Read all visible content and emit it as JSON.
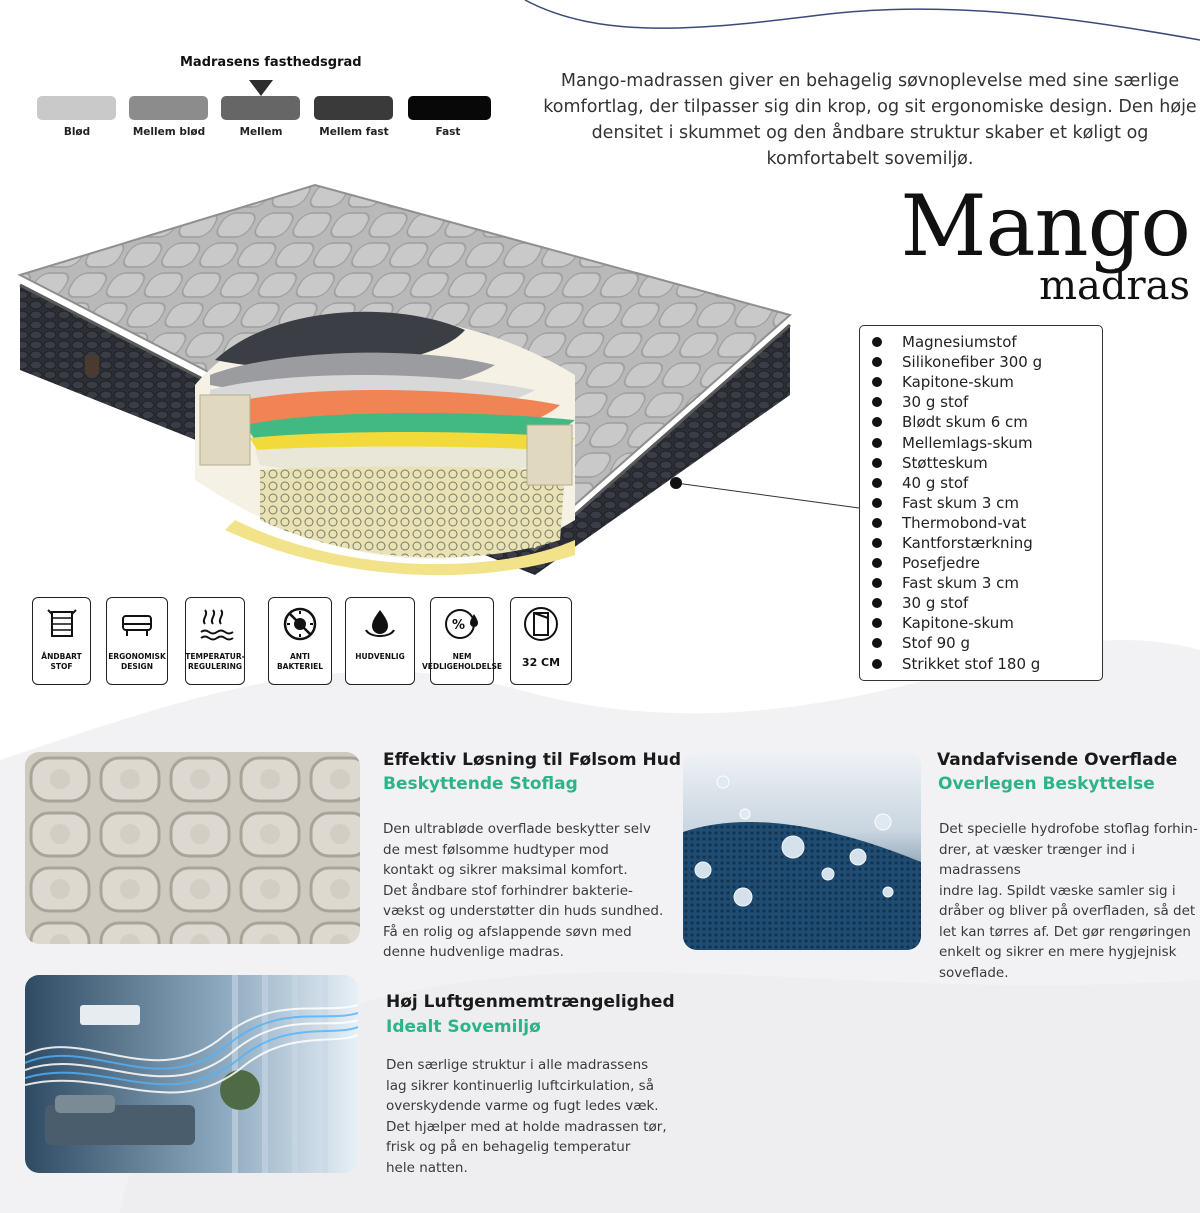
{
  "firmness": {
    "title": "Madrasens fasthedsgrad",
    "levels": [
      {
        "label": "Blød",
        "color": "#c9c9c9"
      },
      {
        "label": "Mellem blød",
        "color": "#8c8c8c"
      },
      {
        "label": "Mellem",
        "color": "#666666"
      },
      {
        "label": "Mellem fast",
        "color": "#3a3a3a"
      },
      {
        "label": "Fast",
        "color": "#080808"
      }
    ],
    "selected": "Mellem"
  },
  "intro": "Mango-madrassen giver en behagelig søvnoplevelse med sine særlige komfortlag, der tilpasser sig din krop, og sit ergonomiske design. Den høje densitet i skummet og den åndbare struktur skaber et køligt og komfortabelt sovemiljø.",
  "brand": {
    "name": "Mango",
    "sub": "madras"
  },
  "layers": [
    "Magnesiumstof",
    "Silikonefiber 300 g",
    "Kapitone-skum",
    "30 g stof",
    "Blødt skum 6 cm",
    "Mellemlags-skum",
    "Støtteskum",
    "40 g stof",
    "Fast skum 3 cm",
    "Thermobond-vat",
    "Kantforstærkning",
    "Posefjedre",
    "Fast skum 3 cm",
    "30 g stof",
    "Kapitone-skum",
    "Stof 90 g",
    "Strikket stof 180 g"
  ],
  "features": [
    {
      "label": "ÅNDBART\nSTOF",
      "icon": "breathable-fabric-icon"
    },
    {
      "label": "ERGONOMISK\nDESIGN",
      "icon": "ergonomic-bed-icon"
    },
    {
      "label": "TEMPERATUR-\nREGULERING",
      "icon": "heat-waves-icon"
    },
    {
      "label": "ANTI\nBAKTERIEL",
      "icon": "anti-bacteria-icon"
    },
    {
      "label": "HUDVENLIG",
      "icon": "skin-friendly-drop-icon"
    },
    {
      "label": "NEM\nVEDLIGEHOLDELSE",
      "icon": "easy-care-icon"
    },
    {
      "label": "32 CM",
      "icon": "height-icon"
    }
  ],
  "sections": {
    "skin": {
      "title": "Effektiv Løsning til Følsom Hud",
      "subtitle": "Beskyttende Stoflag",
      "body": "Den ultrabløde overflade beskytter selv\nde mest følsomme hudtyper mod\nkontakt og sikrer maksimal komfort.\nDet åndbare stof forhindrer bakterie-\nvækst og understøtter din huds sundhed.\nFå en rolig og afslappende søvn med\ndenne hudvenlige madras."
    },
    "water": {
      "title": "Vandafvisende Overflade",
      "subtitle": "Overlegen Beskyttelse",
      "body": "Det specielle hydrofobe stoflag forhin-\ndrer, at væsker trænger ind i madrassens\nindre lag. Spildt væske samler sig i\ndråber og bliver på overfladen, så det\nlet kan tørres af. Det gør rengøringen\nenkelt og sikrer en mere hygjejnisk\nsoveflade."
    },
    "air": {
      "title": "Høj Luftgenmemtrængelighed",
      "subtitle": "Idealt Sovemiljø",
      "body": "Den særlige struktur i alle madrassens\nlag sikrer kontinuerlig luftcirkulation, så\noverskydende varme og fugt ledes væk.\nDet hjælper med at holde madrassen tør,\nfrisk og på en behagelig temperatur\nhele natten."
    }
  },
  "colors": {
    "accent": "#2db38a",
    "wave": "#f1f1f3"
  }
}
